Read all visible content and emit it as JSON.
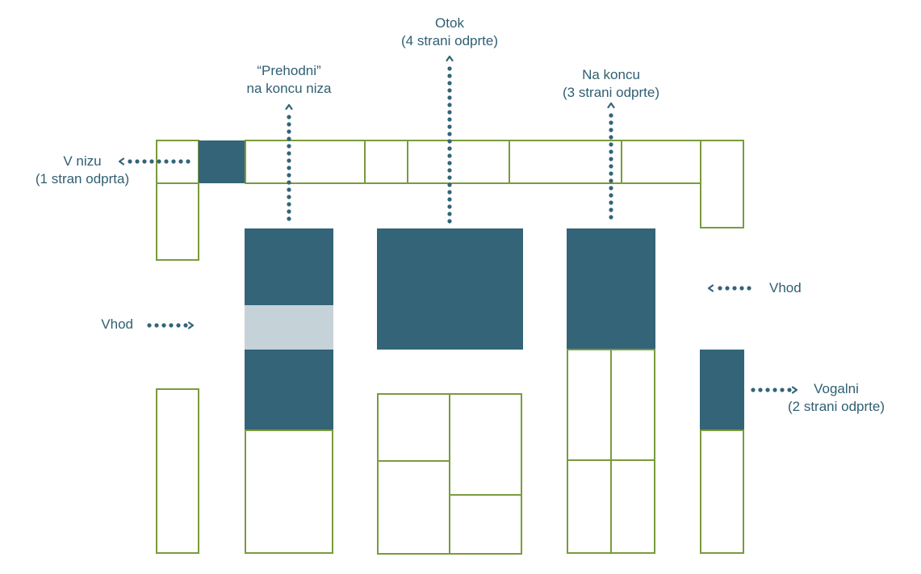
{
  "colors": {
    "outline": "#7a9b3c",
    "dark_booth": "#336478",
    "light_booth": "#c5d2d8",
    "text": "#2f5f73",
    "dots": "#336478",
    "background": "#ffffff"
  },
  "labels": {
    "otok": {
      "line1": "Otok",
      "line2": "(4 strani odprte)"
    },
    "prehodni": {
      "line1": "“Prehodni”",
      "line2": "na koncu niza"
    },
    "na_koncu": {
      "line1": "Na koncu",
      "line2": "(3 strani odprte)"
    },
    "v_nizu": {
      "line1": "V nizu",
      "line2": "(1 stran odprta)"
    },
    "vhod_left": {
      "line1": "Vhod"
    },
    "vhod_right": {
      "line1": "Vhod"
    },
    "vogalni": {
      "line1": "Vogalni",
      "line2": "(2 strani odprte)"
    }
  }
}
